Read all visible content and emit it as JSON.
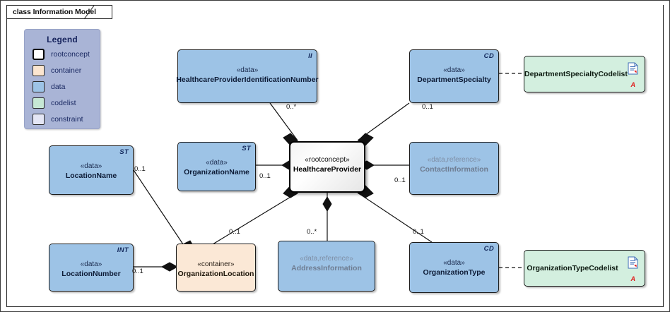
{
  "frame": {
    "title": "class Information Model"
  },
  "legend": {
    "title": "Legend",
    "items": [
      {
        "label": "rootconcept",
        "swatch": "rootconcept",
        "color": "#ffffff"
      },
      {
        "label": "container",
        "swatch": "container",
        "color": "#fbe5d0"
      },
      {
        "label": "data",
        "swatch": "data",
        "color": "#9dc3e6"
      },
      {
        "label": "codelist",
        "swatch": "codelist",
        "color": "#c6e7d4"
      },
      {
        "label": "constraint",
        "swatch": "constraint",
        "color": "#e4e6f5"
      }
    ]
  },
  "nodes": {
    "root": {
      "stereotype": "«rootconcept»",
      "name": "HealthcareProvider",
      "corner": ""
    },
    "hpin": {
      "stereotype": "«data»",
      "name": "HealthcareProviderIdentificationNumber",
      "corner": "II"
    },
    "department_specialty": {
      "stereotype": "«data»",
      "name": "DepartmentSpecialty",
      "corner": "CD"
    },
    "department_specialty_codelist": {
      "name": "DepartmentSpecialtyCodelist",
      "annotation": "A",
      "icon": "document-icon"
    },
    "location_name": {
      "stereotype": "«data»",
      "name": "LocationName",
      "corner": "ST"
    },
    "organization_name": {
      "stereotype": "«data»",
      "name": "OrganizationName",
      "corner": "ST"
    },
    "contact_information": {
      "stereotype": "«data,reference»",
      "name": "ContactInformation",
      "corner": ""
    },
    "location_number": {
      "stereotype": "«data»",
      "name": "LocationNumber",
      "corner": "INT"
    },
    "organization_location": {
      "stereotype": "«container»",
      "name": "OrganizationLocation",
      "corner": ""
    },
    "address_information": {
      "stereotype": "«data,reference»",
      "name": "AddressInformation",
      "corner": ""
    },
    "organization_type": {
      "stereotype": "«data»",
      "name": "OrganizationType",
      "corner": "CD"
    },
    "organization_type_codelist": {
      "name": "OrganizationTypeCodelist",
      "annotation": "A",
      "icon": "document-icon"
    }
  },
  "multiplicities": {
    "hpin": "0..*",
    "department_specialty": "0..1",
    "location_name": "0..1",
    "organization_name": "0..1",
    "contact_information": "0..1",
    "location_number": "0..1",
    "organization_location_to_root": "0..1",
    "address_information": "0..*",
    "organization_type": "0..1"
  },
  "colors": {
    "data_fill": "#9dc3e6",
    "container_fill": "#fbe8d6",
    "codelist_fill": "#d3efdf",
    "root_fill": "#ffffff",
    "legend_fill": "#a9b4d6",
    "line": "#111111",
    "annotation_red": "#e01b1b"
  }
}
